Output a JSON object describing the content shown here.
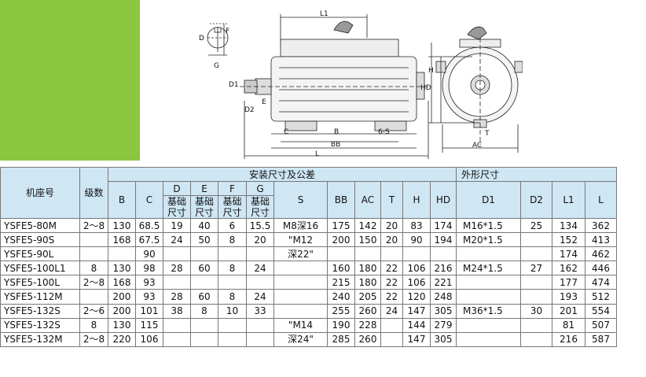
{
  "header": {
    "model": "机座号",
    "poles": "级数",
    "install_group": "安装尺寸及公差",
    "outline_group": "外形尺寸",
    "B": "B",
    "C": "C",
    "D": "D",
    "E": "E",
    "F": "F",
    "G": "G",
    "base_dim": "基础尺寸",
    "S": "S",
    "BB": "BB",
    "AC": "AC",
    "T": "T",
    "H": "H",
    "HD": "HD",
    "D1": "D1",
    "D2": "D2",
    "L1": "L1",
    "L": "L"
  },
  "rows": [
    {
      "model": "YSFE5-80M",
      "poles": "2～8",
      "B": "130",
      "C": "68.5",
      "D": "19",
      "E": "40",
      "F": "6",
      "G": "15.5",
      "S": "M8深16",
      "BB": "175",
      "AC": "142",
      "T": "20",
      "H": "83",
      "HD": "174",
      "D1": "M16*1.5",
      "D2": "25",
      "L1": "134",
      "L": "362"
    },
    {
      "model": "YSFE5-90S",
      "poles": "",
      "B": "168",
      "C": "67.5",
      "D": "24",
      "E": "50",
      "F": "8",
      "G": "20",
      "S": "\"M12",
      "BB": "200",
      "AC": "150",
      "T": "20",
      "H": "90",
      "HD": "194",
      "D1": "M20*1.5",
      "D2": "",
      "L1": "152",
      "L": "413"
    },
    {
      "model": "YSFE5-90L",
      "poles": "",
      "B": "",
      "C": "90",
      "D": "",
      "E": "",
      "F": "",
      "G": "",
      "S": "深22\"",
      "BB": "",
      "AC": "",
      "T": "",
      "H": "",
      "HD": "",
      "D1": "",
      "D2": "",
      "L1": "174",
      "L": "462"
    },
    {
      "model": "YSFE5-100L1",
      "poles": "8",
      "B": "130",
      "C": "98",
      "D": "28",
      "E": "60",
      "F": "8",
      "G": "24",
      "S": "",
      "BB": "160",
      "AC": "180",
      "T": "22",
      "H": "106",
      "HD": "216",
      "D1": "M24*1.5",
      "D2": "27",
      "L1": "162",
      "L": "446"
    },
    {
      "model": "YSFE5-100L",
      "poles": "2～8",
      "B": "168",
      "C": "93",
      "D": "",
      "E": "",
      "F": "",
      "G": "",
      "S": "",
      "BB": "215",
      "AC": "180",
      "T": "22",
      "H": "106",
      "HD": "221",
      "D1": "",
      "D2": "",
      "L1": "177",
      "L": "474"
    },
    {
      "model": "YSFE5-112M",
      "poles": "",
      "B": "200",
      "C": "93",
      "D": "28",
      "E": "60",
      "F": "8",
      "G": "24",
      "S": "",
      "BB": "240",
      "AC": "205",
      "T": "22",
      "H": "120",
      "HD": "248",
      "D1": "",
      "D2": "",
      "L1": "193",
      "L": "512"
    },
    {
      "model": "YSFE5-132S",
      "poles": "2～6",
      "B": "200",
      "C": "101",
      "D": "38",
      "E": "8",
      "F": "10",
      "G": "33",
      "S": "",
      "BB": "255",
      "AC": "260",
      "T": "24",
      "H": "147",
      "HD": "305",
      "D1": "M36*1.5",
      "D2": "30",
      "L1": "201",
      "L": "554"
    },
    {
      "model": "YSFE5-132S",
      "poles": "8",
      "B": "130",
      "C": "115",
      "D": "",
      "E": "",
      "F": "",
      "G": "",
      "S": "\"M14",
      "BB": "190",
      "AC": "228",
      "T": "",
      "H": "144",
      "HD": "279",
      "D1": "",
      "D2": "",
      "L1": "81",
      "L": "507"
    },
    {
      "model": "YSFE5-132M",
      "poles": "2～8",
      "B": "220",
      "C": "106",
      "D": "",
      "E": "",
      "F": "",
      "G": "",
      "S": "深24\"",
      "BB": "285",
      "AC": "260",
      "T": "",
      "H": "147",
      "HD": "305",
      "D1": "",
      "D2": "",
      "L1": "216",
      "L": "587"
    }
  ],
  "drawing_labels": {
    "L1": "L1",
    "D": "D",
    "F": "F",
    "G": "G",
    "D1": "D1",
    "D2": "D2",
    "E": "E",
    "C": "C",
    "B": "B",
    "S6": "6-S",
    "BB": "BB",
    "L": "L",
    "H": "H",
    "HD": "HD",
    "T": "T",
    "AC": "AC"
  },
  "colors": {
    "accent_green": "#8cc63f",
    "header_blue": "#cfe6f4"
  }
}
